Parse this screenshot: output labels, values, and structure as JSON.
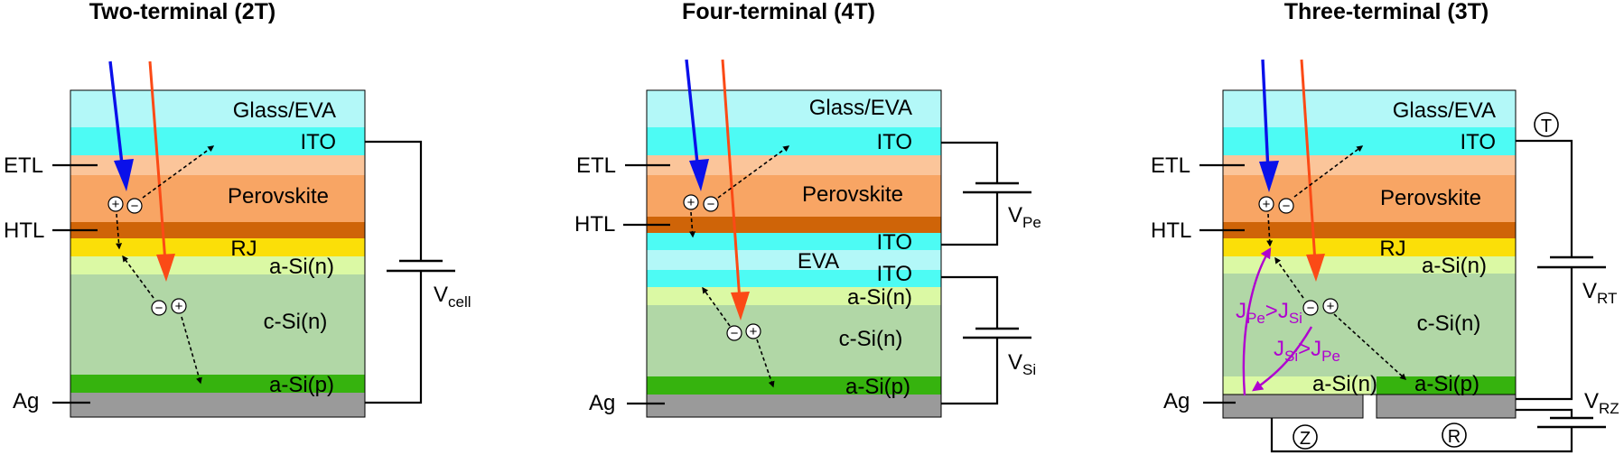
{
  "titles": {
    "two_terminal": "Two-terminal (2T)",
    "four_terminal": "Four-terminal (4T)",
    "three_terminal": "Three-terminal (3T)"
  },
  "layers": {
    "glass_eva": "Glass/EVA",
    "ito": "ITO",
    "perovskite": "Perovskite",
    "rj": "RJ",
    "a_si_n": "a-Si(n)",
    "c_si_n": "c-Si(n)",
    "a_si_p": "a-Si(p)",
    "eva": "EVA"
  },
  "side_labels": {
    "etl": "ETL",
    "htl": "HTL",
    "ag": "Ag"
  },
  "voltages": {
    "v": "V",
    "cell_sub": "cell",
    "pe_sub": "Pe",
    "si_sub": "Si",
    "rt_sub": "RT",
    "rz_sub": "RZ"
  },
  "terminals": {
    "t": "T",
    "z": "Z",
    "r": "R"
  },
  "currents": {
    "j": "J",
    "pe": "Pe",
    "si": "Si",
    "gt": ">"
  },
  "carriers": {
    "plus": "+",
    "minus": "−"
  },
  "colors": {
    "glass": "#b3f8f8",
    "ito": "#4dfbf4",
    "etl": "#fbc59a",
    "perovskite": "#f8a564",
    "htl": "#cf6408",
    "rj": "#fbdf08",
    "a_si_n": "#dbf9a4",
    "c_si_n": "#b1d7a6",
    "a_si_p": "#36b30e",
    "ag": "#9a9a9a",
    "blue_ray": "#0a10ea",
    "red_ray": "#fb4a16",
    "current_arrow": "#b000d0"
  },
  "icons": [
    "blue-light-ray-icon",
    "red-light-ray-icon",
    "battery-icon",
    "electron-icon",
    "hole-icon",
    "terminal-circle-icon"
  ]
}
